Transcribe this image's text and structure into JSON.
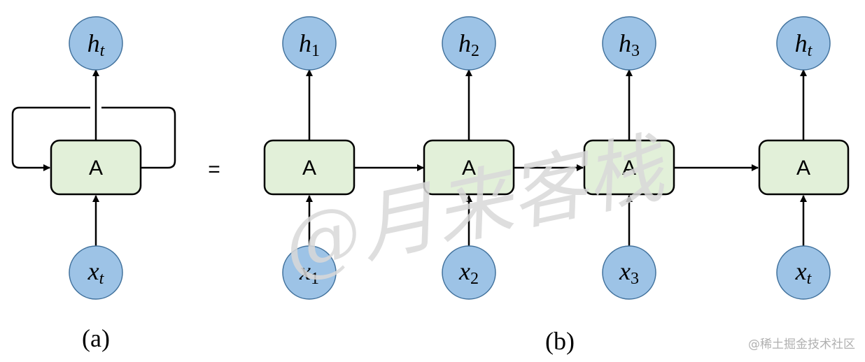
{
  "diagram": {
    "folded": {
      "output": {
        "symbol": "h",
        "subscript": "t"
      },
      "cell": "A",
      "input": {
        "symbol": "x",
        "subscript": "t"
      }
    },
    "equals": "=",
    "unrolled": [
      {
        "output": {
          "symbol": "h",
          "subscript": "1"
        },
        "cell": "A",
        "input": {
          "symbol": "x",
          "subscript": "1"
        }
      },
      {
        "output": {
          "symbol": "h",
          "subscript": "2"
        },
        "cell": "A",
        "input": {
          "symbol": "x",
          "subscript": "2"
        }
      },
      {
        "output": {
          "symbol": "h",
          "subscript": "3"
        },
        "cell": "A",
        "input": {
          "symbol": "x",
          "subscript": "3"
        }
      },
      {
        "output": {
          "symbol": "h",
          "subscript": "t"
        },
        "cell": "A",
        "input": {
          "symbol": "x",
          "subscript": "t"
        }
      }
    ],
    "captions": {
      "a": "(a)",
      "b": "(b)"
    }
  },
  "watermark": {
    "main": "@月来客栈",
    "corner": "@稀土掘金技术社区"
  },
  "colors": {
    "node_fill": "#9dc3e6",
    "node_stroke": "#41719c",
    "cell_fill": "#e2f0d9",
    "line": "#000000"
  }
}
